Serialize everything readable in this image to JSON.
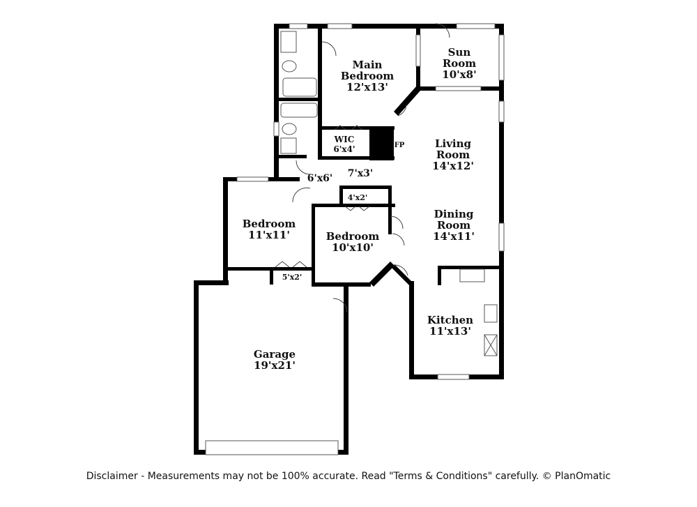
{
  "rooms": {
    "main_bedroom": {
      "name_line1": "Main",
      "name_line2": "Bedroom",
      "dims": "12'x13'"
    },
    "sun_room": {
      "name_line1": "Sun",
      "name_line2": "Room",
      "dims": "10'x8'"
    },
    "wic": {
      "name": "WIC",
      "dims": "6'x4'"
    },
    "living_room": {
      "name_line1": "Living",
      "name_line2": "Room",
      "dims": "14'x12'"
    },
    "hall_6x6": {
      "dims": "6'x6'"
    },
    "hall_7x3": {
      "dims": "7'x3'"
    },
    "closet_4x2": {
      "dims": "4'x2'"
    },
    "dining_room": {
      "name_line1": "Dining",
      "name_line2": "Room",
      "dims": "14'x11'"
    },
    "bedroom_left": {
      "name": "Bedroom",
      "dims": "11'x11'"
    },
    "bedroom_center": {
      "name": "Bedroom",
      "dims": "10'x10'"
    },
    "closet_5x2": {
      "dims": "5'x2'"
    },
    "kitchen": {
      "name": "Kitchen",
      "dims": "11'x13'"
    },
    "garage": {
      "name": "Garage",
      "dims": "19'x21'"
    }
  },
  "fireplace": {
    "label": "FP"
  },
  "disclaimer": "Disclaimer - Measurements may not be 100% accurate. Read \"Terms & Conditions\" carefully. © PlanOmatic"
}
